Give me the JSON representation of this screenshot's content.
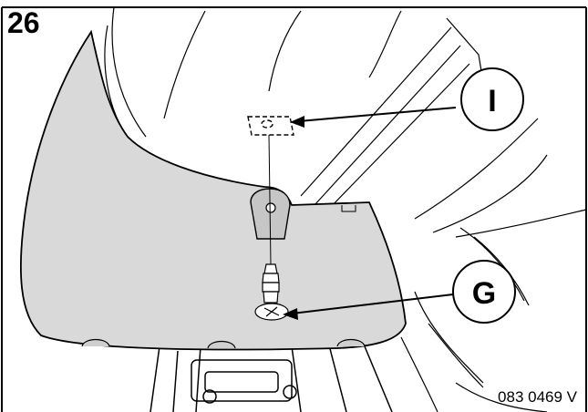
{
  "step": {
    "number": "26"
  },
  "callouts": [
    {
      "letter": "I"
    },
    {
      "letter": "G"
    }
  ],
  "reference_code": "083 0469 V",
  "colors": {
    "part_fill": "#d9d9d9",
    "line": "#000000",
    "background": "#ffffff"
  }
}
